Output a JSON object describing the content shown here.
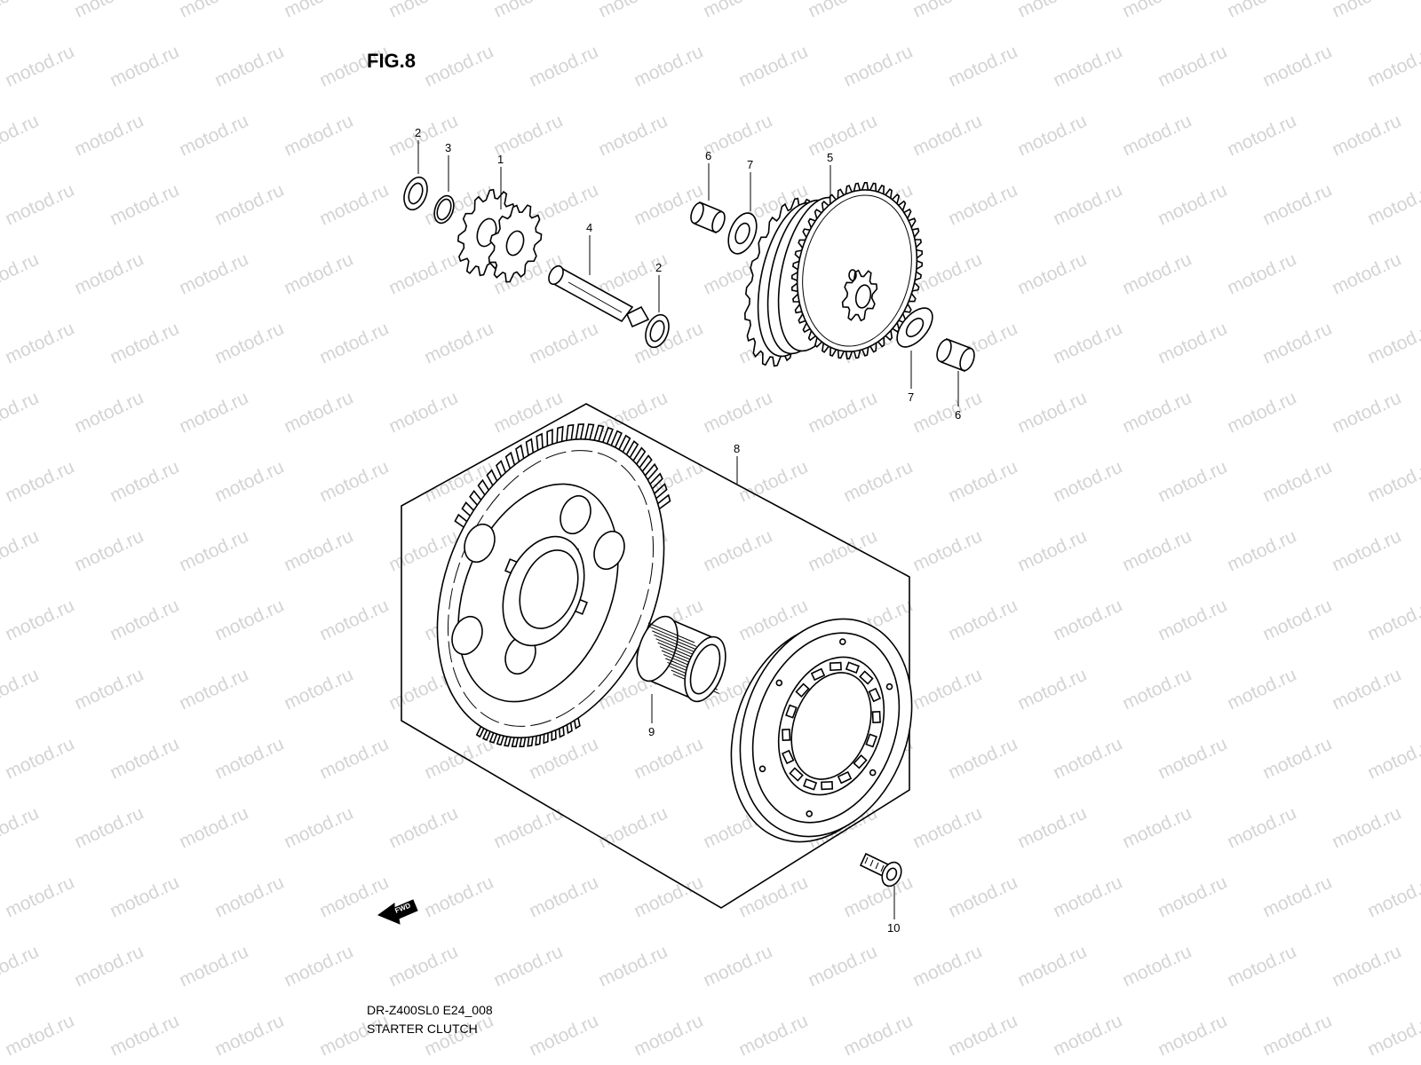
{
  "figure": {
    "title": "FIG.8",
    "model_code": "DR-Z400SL0 E24_008",
    "section_name": "STARTER CLUTCH",
    "watermark": "motod.ru",
    "direction_marker": "FWD"
  },
  "callouts": [
    {
      "id": "c2a",
      "label": "2"
    },
    {
      "id": "c3",
      "label": "3"
    },
    {
      "id": "c1",
      "label": "1"
    },
    {
      "id": "c4",
      "label": "4"
    },
    {
      "id": "c2b",
      "label": "2"
    },
    {
      "id": "c6a",
      "label": "6"
    },
    {
      "id": "c7a",
      "label": "7"
    },
    {
      "id": "c5",
      "label": "5"
    },
    {
      "id": "c7b",
      "label": "7"
    },
    {
      "id": "c6b",
      "label": "6"
    },
    {
      "id": "c8",
      "label": "8"
    },
    {
      "id": "c9",
      "label": "9"
    },
    {
      "id": "c10",
      "label": "10"
    }
  ]
}
